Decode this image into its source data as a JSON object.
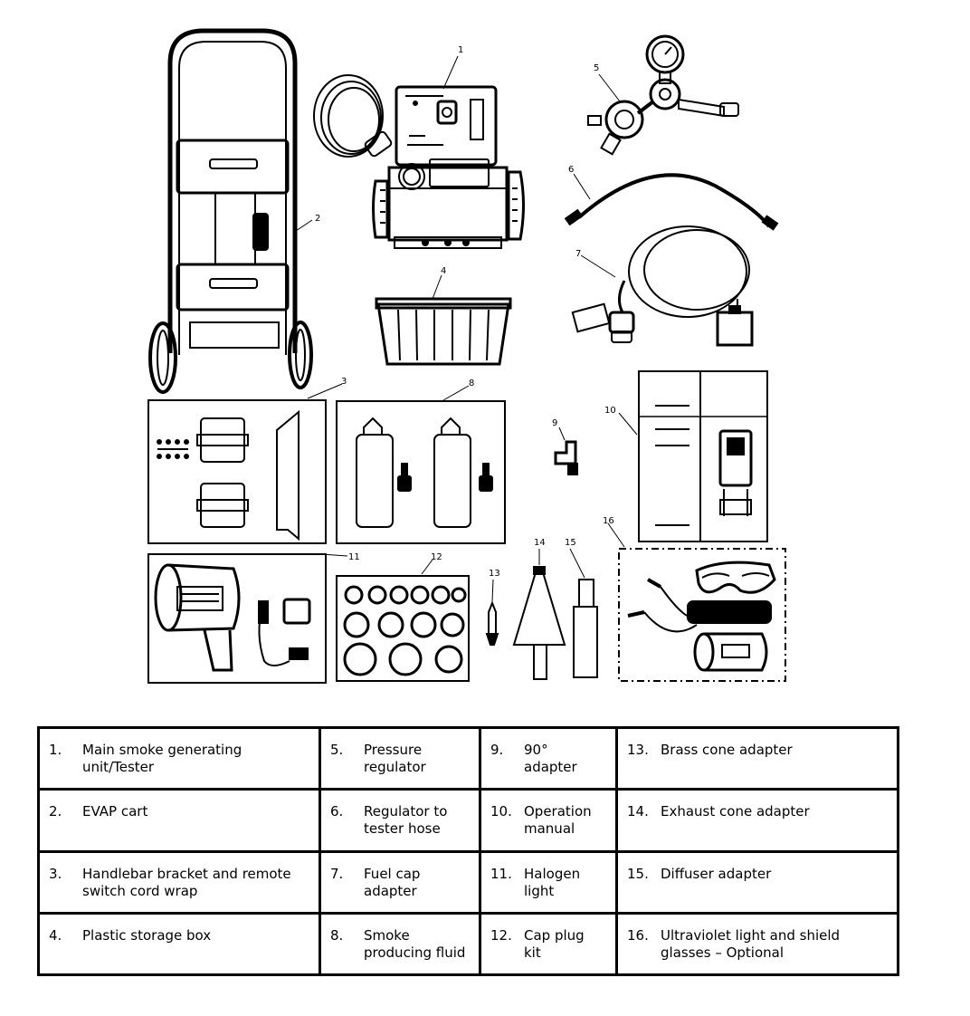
{
  "callouts": [
    "1",
    "2",
    "3",
    "4",
    "5",
    "6",
    "7",
    "8",
    "9",
    "10",
    "11",
    "12",
    "13",
    "14",
    "15",
    "16"
  ],
  "parts": [
    [
      {
        "num": "1.",
        "label": "Main smoke generating unit/Tester"
      },
      {
        "num": "5.",
        "label": "Pressure regulator"
      },
      {
        "num": "9.",
        "label": "90° adapter"
      },
      {
        "num": "13.",
        "label": "Brass cone adapter"
      }
    ],
    [
      {
        "num": "2.",
        "label": "EVAP cart"
      },
      {
        "num": "6.",
        "label": "Regulator to tester hose"
      },
      {
        "num": "10.",
        "label": "Operation manual"
      },
      {
        "num": "14.",
        "label": "Exhaust cone adapter"
      }
    ],
    [
      {
        "num": "3.",
        "label": "Handlebar bracket and remote switch cord wrap"
      },
      {
        "num": "7.",
        "label": "Fuel cap adapter"
      },
      {
        "num": "11.",
        "label": "Halogen light"
      },
      {
        "num": "15.",
        "label": "Diffuser adapter"
      }
    ],
    [
      {
        "num": "4.",
        "label": "Plastic storage box"
      },
      {
        "num": "8.",
        "label": "Smoke producing fluid"
      },
      {
        "num": "12.",
        "label": "Cap plug kit"
      },
      {
        "num": "16.",
        "label": "Ultraviolet light and shield glasses – Optional"
      }
    ]
  ]
}
